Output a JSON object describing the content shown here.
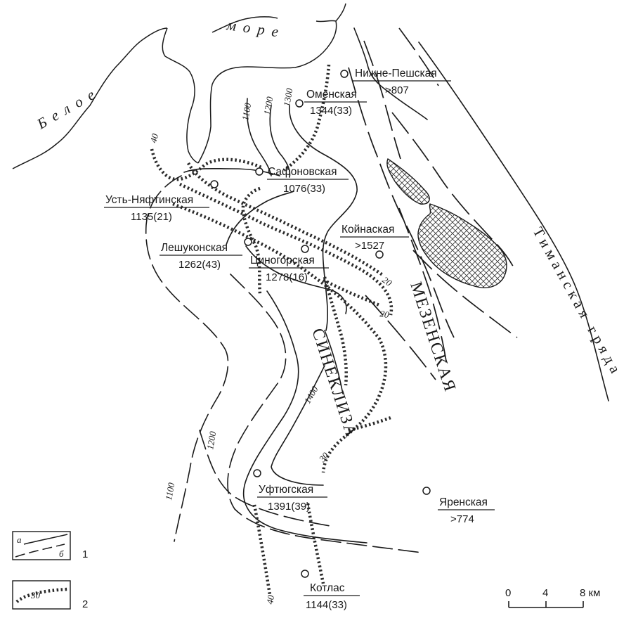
{
  "sea": {
    "word1": "Белое",
    "word2": "море"
  },
  "regions": {
    "synecliza_left": "СИНЕКЛИЗА",
    "synecliza_right": "МЕЗЕНСКАЯ",
    "ridge": "Тиманская гряда"
  },
  "wells": [
    {
      "name": "Нижне-Пешская",
      "value": ">807"
    },
    {
      "name": "Оменская",
      "value": "1344(33)"
    },
    {
      "name": "Сафоновская",
      "value": "1076(33)"
    },
    {
      "name": "Усть-Няфтинская",
      "value": "1135(21)"
    },
    {
      "name": "Койнаская",
      "value": ">1527"
    },
    {
      "name": "Лешуконская",
      "value": "1262(43)"
    },
    {
      "name": "Циногорская",
      "value": "1278(16)"
    },
    {
      "name": "Уфтюгская",
      "value": "1391(39)"
    },
    {
      "name": "Яренская",
      "value": ">774"
    },
    {
      "name": "Котлас",
      "value": "1144(33)"
    }
  ],
  "isolines": {
    "depth": [
      "1100",
      "1200",
      "1300",
      "1100",
      "1200",
      "1400"
    ],
    "thickness": [
      "40",
      "20",
      "20",
      "30",
      "40"
    ]
  },
  "legend": {
    "item1_a": "а",
    "item1_b": "б",
    "item1_num": "1",
    "item2_val": "30",
    "item2_num": "2"
  },
  "scale": {
    "t0": "0",
    "t1": "4",
    "t2": "8 км"
  }
}
